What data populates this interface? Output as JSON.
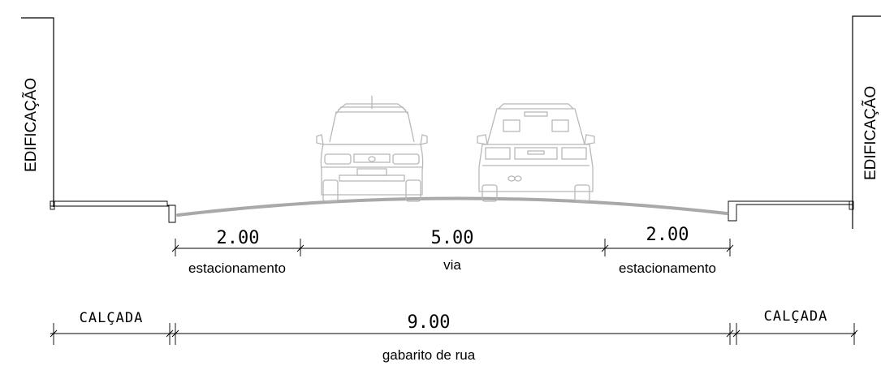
{
  "buildings": {
    "left_label": "EDIFICAÇÃO",
    "right_label": "EDIFICAÇÃO"
  },
  "road_dimensions": {
    "left_parking": {
      "value": "2.00",
      "label": "estacionamento"
    },
    "lane": {
      "value": "5.00",
      "label": "via"
    },
    "right_parking": {
      "value": "2.00",
      "label": "estacionamento"
    }
  },
  "overall_dimensions": {
    "left_sidewalk": "CALÇADA",
    "right_sidewalk": "CALÇADA",
    "street": {
      "value": "9.00",
      "label": "gabarito de rua"
    }
  },
  "colors": {
    "lines": "#000000",
    "cars": "#b8b8b8",
    "road_surface": "#a9a9a9"
  }
}
